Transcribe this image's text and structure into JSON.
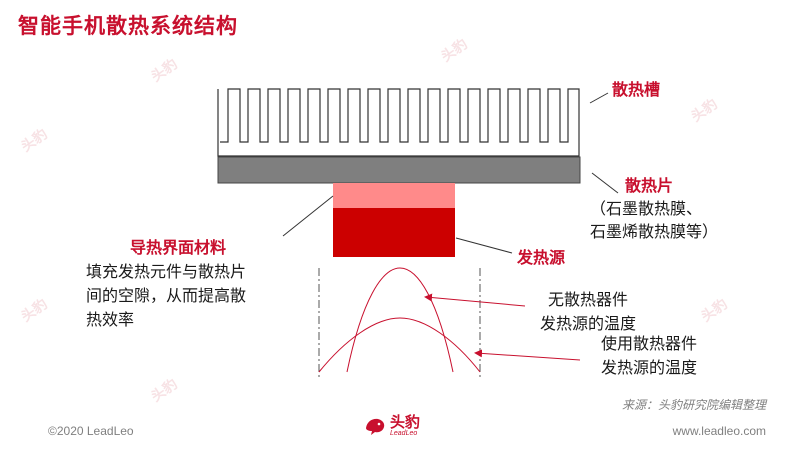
{
  "title": "智能手机散热系统结构",
  "labels": {
    "heat_sink_groove": "散热槽",
    "heat_sink_sheet": "散热片",
    "heat_sink_sheet_note1": "（石墨散热膜、",
    "heat_sink_sheet_note2": "石墨烯散热膜等）",
    "thermal_material": "导热界面材料",
    "thermal_material_desc1": "填充发热元件与散热片",
    "thermal_material_desc2": "间的空隙，从而提高散",
    "thermal_material_desc3": "热效率",
    "heat_source": "发热源",
    "curve_no_sink1": "无散热器件",
    "curve_no_sink2": "发热源的温度",
    "curve_with_sink1": "使用散热器件",
    "curve_with_sink2": "发热源的温度"
  },
  "source": "来源：头豹研究院编辑整理",
  "footer": {
    "copyright": "©2020 LeadLeo",
    "website": "www.leadleo.com",
    "logo_text": "头豹",
    "logo_sub": "LeadLeo"
  },
  "watermark": "头豹",
  "colors": {
    "accent": "#c8102e",
    "heat_source_top": "#ff8a8a",
    "heat_source_bottom": "#cc0000",
    "sheet": "#7f7f7f"
  }
}
